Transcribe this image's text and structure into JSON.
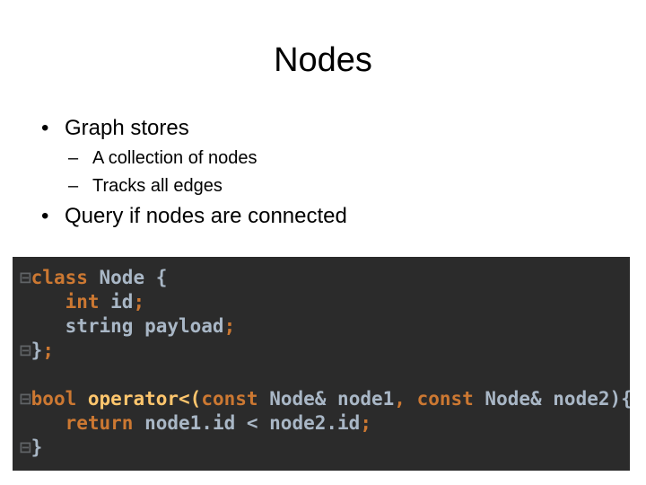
{
  "slide": {
    "title": "Nodes"
  },
  "bullets": [
    {
      "marker": "•",
      "text": "Graph stores",
      "sub": [
        {
          "marker": "–",
          "text": "A collection of nodes"
        },
        {
          "marker": "–",
          "text": "Tracks all edges"
        }
      ]
    },
    {
      "marker": "•",
      "text": "Query if nodes are connected"
    }
  ],
  "code": {
    "lines": [
      [
        {
          "t": "⊟",
          "c": "gutter"
        },
        {
          "t": "class",
          "c": "kw"
        },
        {
          "t": " Node ",
          "c": "plain"
        },
        {
          "t": "{",
          "c": "plain"
        }
      ],
      [
        {
          "t": "    ",
          "c": "plain"
        },
        {
          "t": "int",
          "c": "ty"
        },
        {
          "t": " id",
          "c": "plain"
        },
        {
          "t": ";",
          "c": "pn"
        }
      ],
      [
        {
          "t": "    string payload",
          "c": "plain"
        },
        {
          "t": ";",
          "c": "pn"
        }
      ],
      [
        {
          "t": "⊟",
          "c": "gutter"
        },
        {
          "t": "}",
          "c": "plain"
        },
        {
          "t": ";",
          "c": "pn"
        }
      ],
      [
        {
          "t": "",
          "c": "plain"
        }
      ],
      [
        {
          "t": "⊟",
          "c": "gutter"
        },
        {
          "t": "bool",
          "c": "ty"
        },
        {
          "t": " ",
          "c": "plain"
        },
        {
          "t": "operator<(",
          "c": "fn"
        },
        {
          "t": "const",
          "c": "kw"
        },
        {
          "t": " Node& node1",
          "c": "plain"
        },
        {
          "t": ", ",
          "c": "pn"
        },
        {
          "t": "const",
          "c": "kw"
        },
        {
          "t": " Node& node2){",
          "c": "plain"
        }
      ],
      [
        {
          "t": "    ",
          "c": "plain"
        },
        {
          "t": "return",
          "c": "kw"
        },
        {
          "t": " node1.id < node2.id",
          "c": "plain"
        },
        {
          "t": ";",
          "c": "pn"
        }
      ],
      [
        {
          "t": "⊟",
          "c": "gutter"
        },
        {
          "t": "}",
          "c": "plain"
        }
      ]
    ]
  }
}
